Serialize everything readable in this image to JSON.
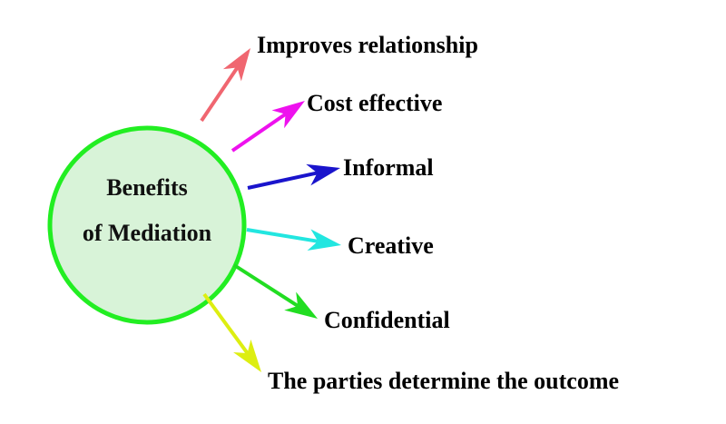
{
  "center": {
    "line1": "Benefits",
    "line2": "of Mediation",
    "fill": "#d8f3d8",
    "stroke": "#22ee22"
  },
  "benefits": [
    {
      "label": "Improves relationship",
      "color": "#f06670"
    },
    {
      "label": "Cost effective",
      "color": "#ee11ee"
    },
    {
      "label": "Informal",
      "color": "#1a14cc"
    },
    {
      "label": "Creative",
      "color": "#22e6e0"
    },
    {
      "label": "Confidential",
      "color": "#22dd22"
    },
    {
      "label": "The parties determine the outcome",
      "color": "#ddee11"
    }
  ]
}
